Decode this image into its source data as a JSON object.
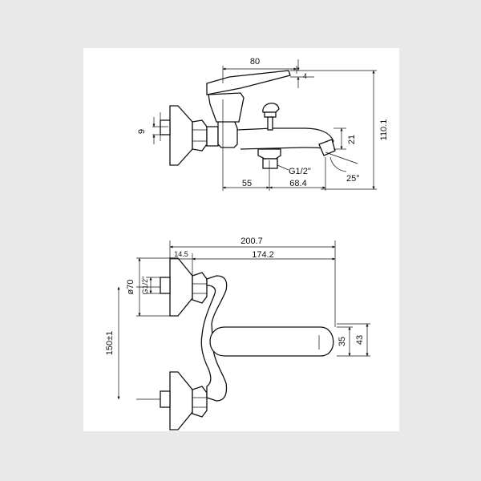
{
  "side_view": {
    "dim_width": "80",
    "dim_lever_gap": "4",
    "dim_total_height": "110.1",
    "dim_inlet_offset": "9",
    "dim_spout_height": "21",
    "dim_thread": "G1/2\"",
    "dim_angle": "25°",
    "dim_wall_to_axis": "55",
    "dim_axis_to_spout": "68.4"
  },
  "top_view": {
    "dim_total_depth": "200.7",
    "dim_body_depth": "174.2",
    "dim_flange_offset": "14.5",
    "dim_flange_diameter": "ø70",
    "dim_thread": "G1/2\"",
    "dim_centers": "150±1",
    "dim_handle_width": "35",
    "dim_handle_outer": "43"
  }
}
